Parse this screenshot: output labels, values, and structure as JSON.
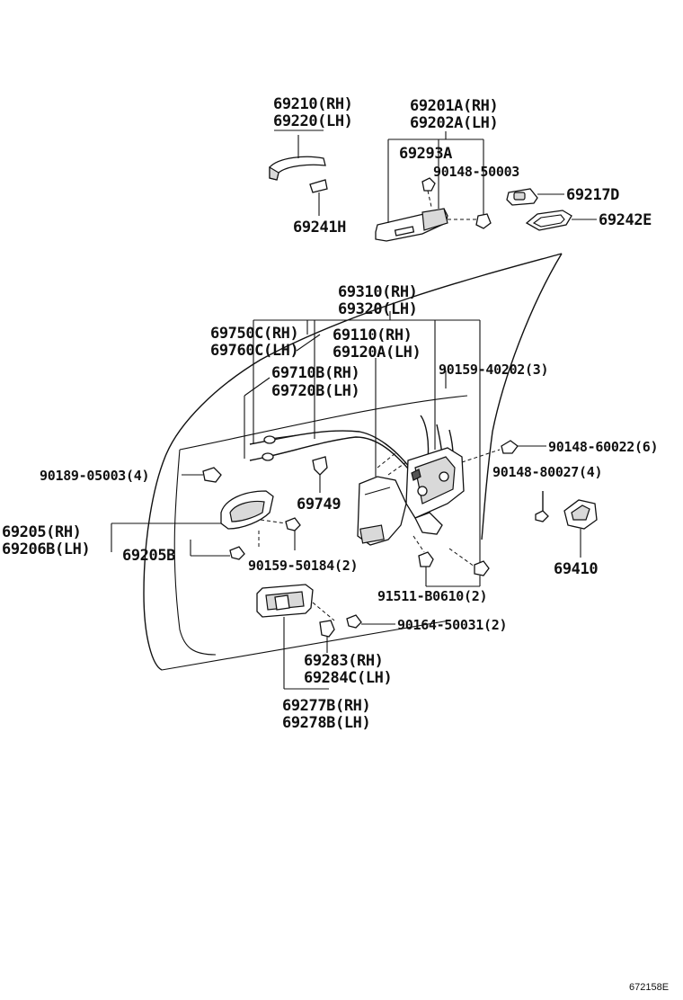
{
  "labels": {
    "l69210": "69210(RH)",
    "l69220": "69220(LH)",
    "l69201A": "69201A(RH)",
    "l69202A": "69202A(LH)",
    "l69293A": "69293A",
    "l90148_50003": "90148-50003",
    "l69217D": "69217D",
    "l69241H": "69241H",
    "l69242E": "69242E",
    "l69310": "69310(RH)",
    "l69320": "69320(LH)",
    "l69750C": "69750C(RH)",
    "l69760C": "69760C(LH)",
    "l69110": "69110(RH)",
    "l69120A": "69120A(LH)",
    "l69710B": "69710B(RH)",
    "l69720B": "69720B(LH)",
    "l90159_40202": "90159-40202(3)",
    "l90148_60022": "90148-60022(6)",
    "l90148_80027": "90148-80027(4)",
    "l90189_05003": "90189-05003(4)",
    "l69749": "69749",
    "l69205": "69205(RH)",
    "l69206B": "69206B(LH)",
    "l69205B": "69205B",
    "l90159_50184": "90159-50184(2)",
    "l69410": "69410",
    "l91511_B0610": "91511-B0610(2)",
    "l90164_50031": "90164-50031(2)",
    "l69283": "69283(RH)",
    "l69284C": "69284C(LH)",
    "l69277B": "69277B(RH)",
    "l69278B": "69278B(LH)"
  },
  "footer": {
    "diagram_code": "672158E"
  }
}
